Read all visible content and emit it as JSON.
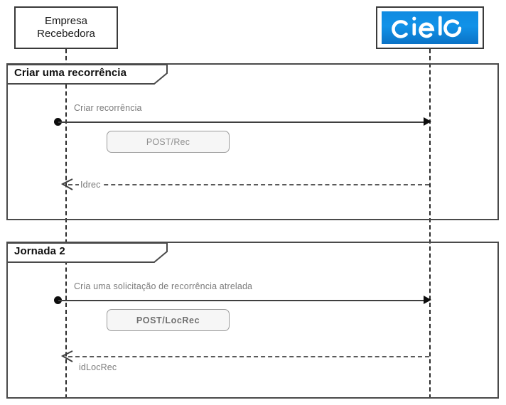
{
  "diagram": {
    "type": "uml-sequence-diagram",
    "participants": [
      {
        "id": "empresa",
        "label": "Empresa\nRecebedora",
        "kind": "box"
      },
      {
        "id": "cielo",
        "label": "cielo",
        "kind": "logo",
        "logo_bg": "#1192e8",
        "logo_text_color": "#ffffff"
      }
    ],
    "frames": [
      {
        "id": "frame-1",
        "title": "Criar uma recorrência",
        "messages": [
          {
            "label": "Criar recorrência",
            "from": "empresa",
            "to": "cielo",
            "style": "solid",
            "direction": "right"
          },
          {
            "label": "Idrec",
            "from": "cielo",
            "to": "empresa",
            "style": "dashed",
            "direction": "left"
          }
        ],
        "notes": [
          {
            "label": "POST/Rec",
            "emphasis": "normal"
          }
        ]
      },
      {
        "id": "frame-2",
        "title": "Jornada 2",
        "messages": [
          {
            "label": "Cria uma solicitação de recorrência atrelada",
            "from": "empresa",
            "to": "cielo",
            "style": "solid",
            "direction": "right"
          },
          {
            "label": "idLocRec",
            "from": "cielo",
            "to": "empresa",
            "style": "dashed",
            "direction": "left"
          }
        ],
        "notes": [
          {
            "label": "POST/LocRec",
            "emphasis": "bold"
          }
        ]
      }
    ],
    "colors": {
      "frame_border": "#4a4a4a",
      "lifeline": "#2b2b2b",
      "message_line": "#3f3f3f",
      "message_label": "#7b7b7b",
      "note_fill": "#f6f6f6",
      "note_border": "#9b9b9b",
      "brand_blue": "#1192e8"
    }
  }
}
